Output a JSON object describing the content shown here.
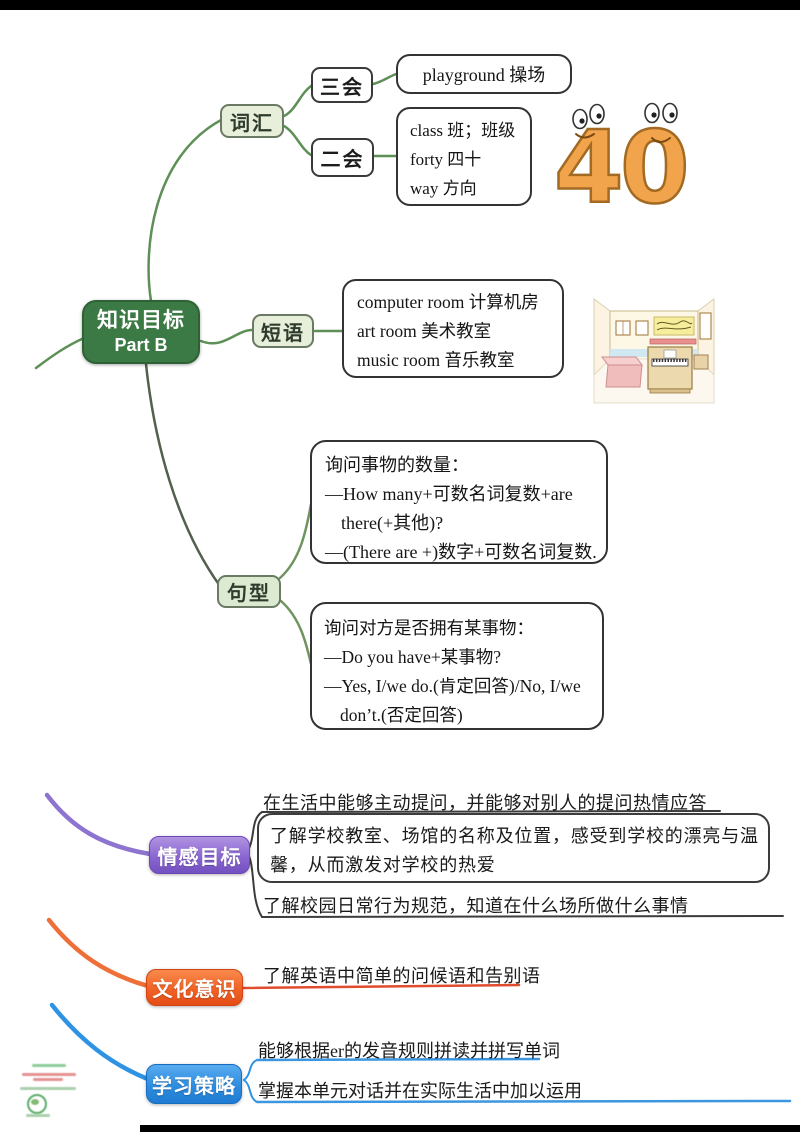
{
  "root": {
    "title": "知识目标",
    "subtitle": "Part B"
  },
  "vocab": {
    "label": "词汇",
    "sanhui": {
      "label": "三会",
      "content": "playground 操场"
    },
    "erhui": {
      "label": "二会",
      "lines": [
        "class 班；班级",
        "forty 四十",
        "way 方向"
      ]
    },
    "forty": {
      "left_digit": "4",
      "right_digit": "0"
    }
  },
  "phrases": {
    "label": "短语",
    "lines": [
      "computer room 计算机房",
      "art room 美术教室",
      "music room 音乐教室"
    ]
  },
  "sentences": {
    "label": "句型",
    "quantity": {
      "title": "询问事物的数量：",
      "line1": "—How many+可数名词复数+are",
      "line2": "there(+其他)?",
      "line3": "—(There are +)数字+可数名词复数."
    },
    "possession": {
      "title": "询问对方是否拥有某事物：",
      "line1": "—Do you have+某事物?",
      "line2": "—Yes, I/we do.(肯定回答)/No, I/we",
      "line3": "don’t.(否定回答)"
    }
  },
  "emotion": {
    "label": "情感目标",
    "item1": "在生活中能够主动提问，并能够对别人的提问热情应答",
    "item2_line1": "了解学校教室、场馆的名称及位置，感受到学校的漂亮与温",
    "item2_line2": "馨，从而激发对学校的热爱",
    "item3": "了解校园日常行为规范，知道在什么场所做什么事情"
  },
  "culture": {
    "label": "文化意识",
    "item": "了解英语中简单的问候语和告别语"
  },
  "strategy": {
    "label": "学习策略",
    "item1": "能够根据er的发音规则拼读并拼写单词",
    "item2": "掌握本单元对话并在实际生活中加以运用"
  },
  "colors": {
    "root_green": "#3c7a45",
    "branch_green": "#5d8f56",
    "emotion_purple": "#8d74cf",
    "culture_orange": "#ee7038",
    "strategy_blue": "#2f93e3",
    "culture_underline_red": "#e14b2e",
    "cartoon_orange": "#f2a44c"
  }
}
